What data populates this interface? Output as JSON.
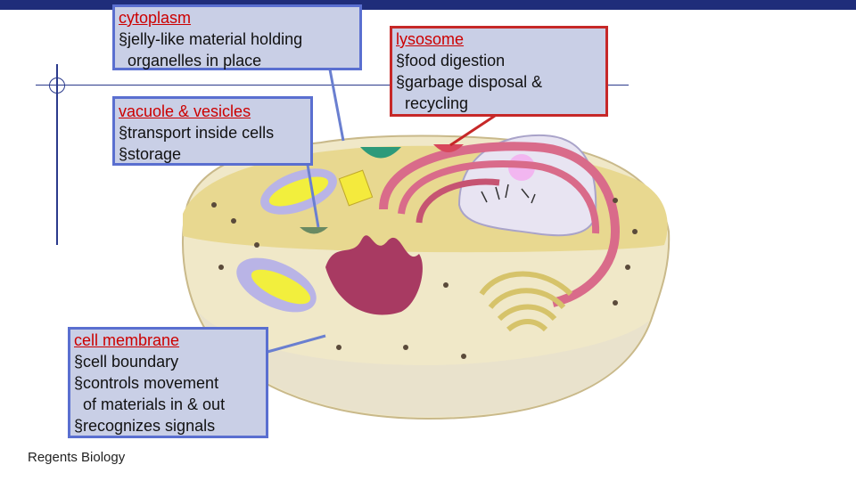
{
  "cytoplasm": {
    "title": "cytoplasm",
    "line1": "§jelly-like material holding",
    "line2": "organelles in place"
  },
  "vacuole": {
    "title": "vacuole & vesicles",
    "line1": "§transport inside cells",
    "line2": "§storage"
  },
  "lysosome": {
    "title": "lysosome",
    "line1": "§food digestion",
    "line2": "§garbage disposal &",
    "line3": "recycling"
  },
  "membrane": {
    "title": "cell membrane",
    "line1": "§cell boundary",
    "line2": "§controls movement",
    "line3": "of materials in & out",
    "line4": "§recognizes signals"
  },
  "footer": {
    "label": "Regents Biology"
  },
  "colors": {
    "header_bar": "#1f2d7a",
    "box_fill": "#c9cfe6",
    "box_border": "#5a6fd0",
    "title_red": "#cc0000"
  }
}
